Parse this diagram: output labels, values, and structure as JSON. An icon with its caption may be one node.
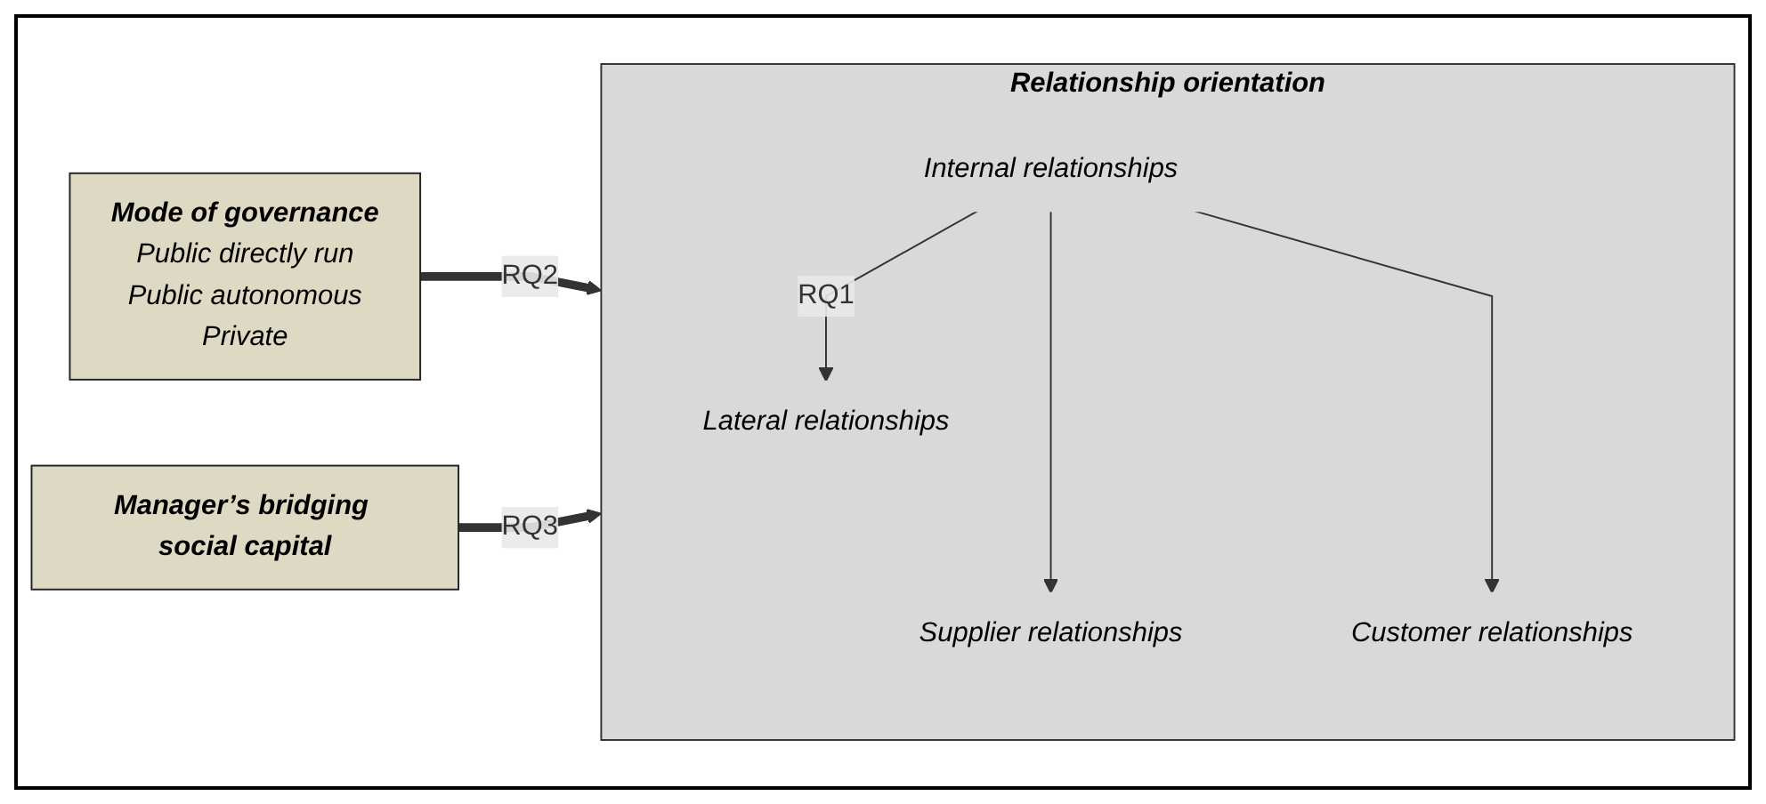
{
  "diagram": {
    "nodes": [
      {
        "text": [
          "Mode of governance",
          "Public directly run",
          "Public autonomous",
          "Private"
        ]
      },
      {
        "text": [
          "Manager’s bridging social capital"
        ]
      },
      {
        "text": [
          "Relationship orientation"
        ]
      },
      {
        "text": [
          "Internal relationships"
        ],
        "in": 2
      },
      {
        "text": [
          "Supplier relationships"
        ],
        "in": 2
      },
      {
        "text": [
          "Lateral relationships"
        ],
        "in": 2
      },
      {
        "text": [
          "Customer relationships"
        ],
        "in": 2
      }
    ],
    "edges": [
      {
        "from": 0,
        "to": 2,
        "arrow": "to",
        "label": "RQ2",
        "style": "thick"
      },
      {
        "from": 1,
        "to": 2,
        "arrow": "to",
        "label": "RQ3",
        "style": "thick"
      },
      {
        "from": 3,
        "to": 4,
        "arrow": "to"
      },
      {
        "from": 3,
        "to": 5,
        "arrow": "to",
        "label": "RQ1"
      },
      {
        "from": 3,
        "to": 6,
        "arrow": "to"
      }
    ]
  }
}
